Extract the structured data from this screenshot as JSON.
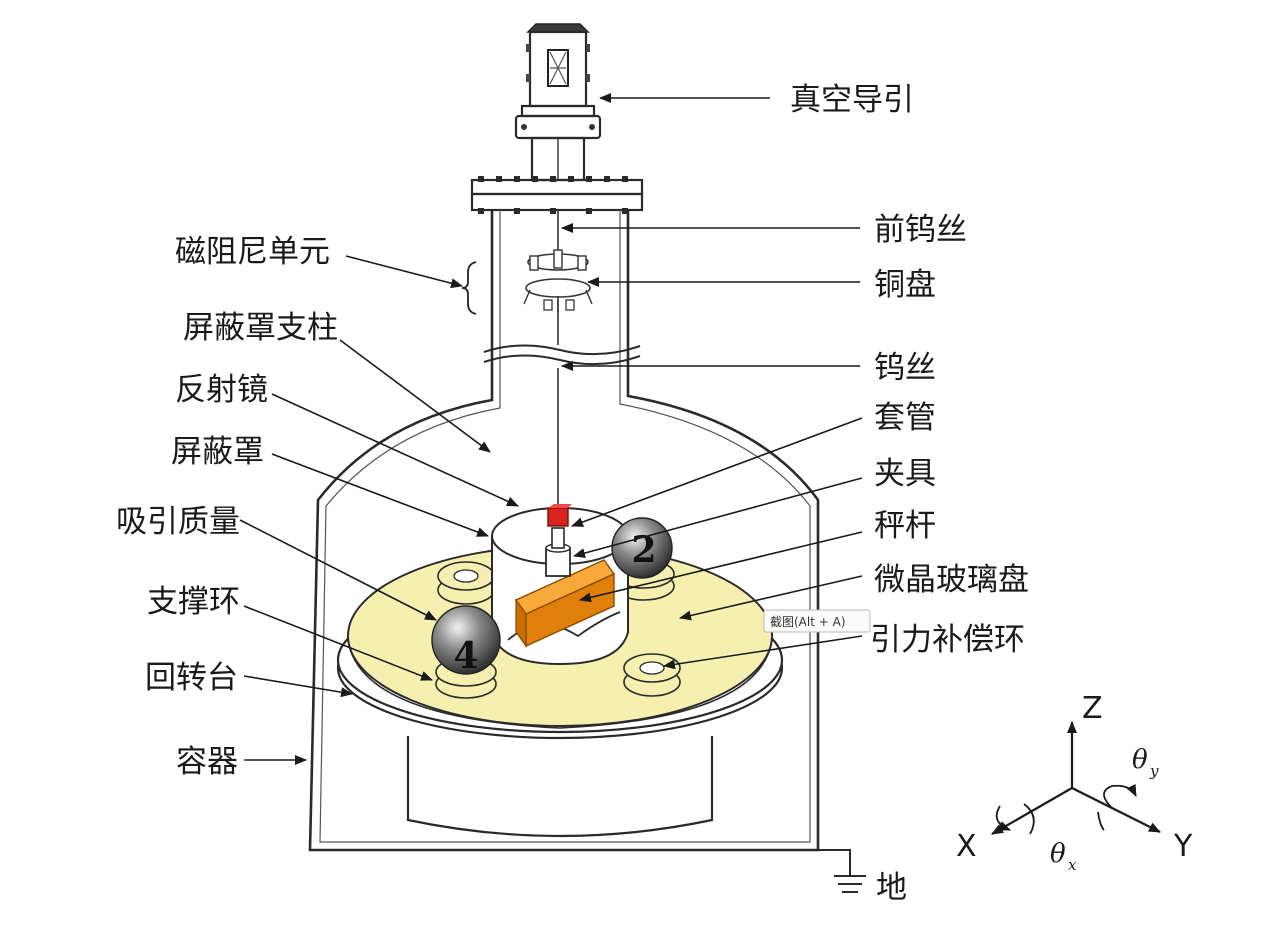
{
  "labels_right": {
    "vacuum_feedthrough": "真空导引",
    "front_tungsten_wire": "前钨丝",
    "copper_disc": "铜盘",
    "tungsten_wire": "钨丝",
    "sleeve": "套管",
    "clamp": "夹具",
    "balance_beam": "秤杆",
    "crystal_glass_disc": "微晶玻璃盘",
    "gravity_compensation_ring": "引力补偿环",
    "ground": "地"
  },
  "labels_left": {
    "magnetic_damping_unit": "磁阻尼单元",
    "shield_support": "屏蔽罩支柱",
    "mirror": "反射镜",
    "shield": "屏蔽罩",
    "attracting_mass": "吸引质量",
    "support_ring": "支撑环",
    "turntable": "回转台",
    "container": "容器"
  },
  "masses": {
    "mass_2": "2",
    "mass_4": "4"
  },
  "axes": {
    "z": "Z",
    "x": "X",
    "y": "Y",
    "theta_y": "θ",
    "theta_y_sub": "y",
    "theta_x": "θ",
    "theta_x_sub": "x"
  },
  "tooltip": "截图(Alt + A)",
  "colors": {
    "glass_disc": "#f6f0b0",
    "beam": "#f39a1e",
    "clamp_red": "#d9231f",
    "line": "#2a2a2a"
  }
}
